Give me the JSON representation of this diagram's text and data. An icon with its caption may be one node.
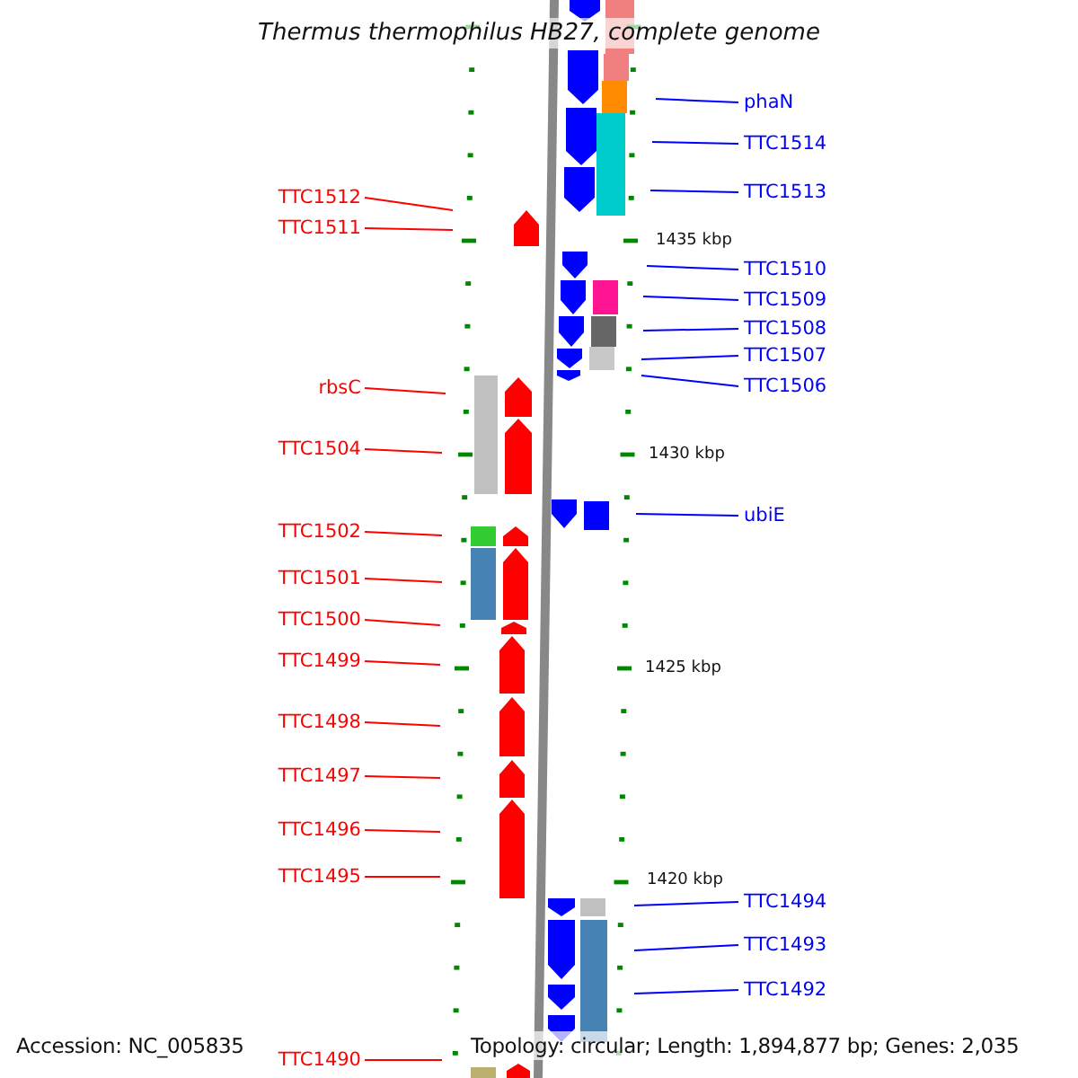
{
  "diagram": {
    "title": "Thermus thermophilus HB27, complete genome",
    "nodes": [
      {
        "text": [
          "phaN"
        ]
      },
      {
        "text": [
          "TTC1514"
        ]
      },
      {
        "text": [
          "TTC1513"
        ]
      },
      {
        "text": [
          "TTC1512"
        ]
      },
      {
        "text": [
          "TTC1511"
        ]
      },
      {
        "text": [
          "TTC1510"
        ]
      },
      {
        "text": [
          "TTC1509"
        ]
      },
      {
        "text": [
          "TTC1508"
        ]
      },
      {
        "text": [
          "TTC1507"
        ]
      },
      {
        "text": [
          "TTC1506"
        ]
      },
      {
        "text": [
          "rbsC"
        ]
      },
      {
        "text": [
          "TTC1504"
        ]
      },
      {
        "text": [
          "ubiE"
        ]
      },
      {
        "text": [
          "TTC1502"
        ]
      },
      {
        "text": [
          "TTC1501"
        ]
      },
      {
        "text": [
          "TTC1500"
        ]
      },
      {
        "text": [
          "TTC1499"
        ]
      },
      {
        "text": [
          "TTC1498"
        ]
      },
      {
        "text": [
          "TTC1497"
        ]
      },
      {
        "text": [
          "TTC1496"
        ]
      },
      {
        "text": [
          "TTC1495"
        ]
      },
      {
        "text": [
          "TTC1494"
        ]
      },
      {
        "text": [
          "TTC1493"
        ]
      },
      {
        "text": [
          "TTC1492"
        ]
      },
      {
        "text": [
          "TTC1490"
        ]
      }
    ],
    "edges": [
      {
        "from": 0,
        "to": null,
        "arrow": "none",
        "color": "#0000ff"
      },
      {
        "from": 1,
        "to": null,
        "arrow": "none",
        "color": "#0000ff"
      },
      {
        "from": 2,
        "to": null,
        "arrow": "none",
        "color": "#0000ff"
      },
      {
        "from": 3,
        "to": null,
        "arrow": "none"
      },
      {
        "from": 4,
        "to": null,
        "arrow": "none"
      },
      {
        "from": 5,
        "to": null,
        "arrow": "none",
        "color": "#0000ff"
      },
      {
        "from": 6,
        "to": null,
        "arrow": "none",
        "color": "#0000ff"
      },
      {
        "from": 7,
        "to": null,
        "arrow": "none",
        "color": "#0000ff"
      },
      {
        "from": 8,
        "to": null,
        "arrow": "none",
        "color": "#0000ff"
      },
      {
        "from": 9,
        "to": null,
        "arrow": "none",
        "color": "#0000ff"
      },
      {
        "from": 10,
        "to": null,
        "arrow": "none"
      },
      {
        "from": 11,
        "to": null,
        "arrow": "none"
      },
      {
        "from": 12,
        "to": null,
        "arrow": "none",
        "color": "#0000ff"
      },
      {
        "from": 13,
        "to": null,
        "arrow": "none"
      },
      {
        "from": 14,
        "to": null,
        "arrow": "none"
      },
      {
        "from": 15,
        "to": null,
        "arrow": "none"
      },
      {
        "from": 16,
        "to": null,
        "arrow": "none"
      },
      {
        "from": 17,
        "to": null,
        "arrow": "none"
      },
      {
        "from": 18,
        "to": null,
        "arrow": "none"
      },
      {
        "from": 19,
        "to": null,
        "arrow": "none"
      },
      {
        "from": 20,
        "to": null,
        "arrow": "none"
      },
      {
        "from": 21,
        "to": null,
        "arrow": "none",
        "color": "#0000ff"
      },
      {
        "from": 22,
        "to": null,
        "arrow": "none",
        "color": "#0000ff"
      },
      {
        "from": 23,
        "to": null,
        "arrow": "none",
        "color": "#0000ff"
      },
      {
        "from": 24,
        "to": null,
        "arrow": "none"
      }
    ],
    "labels": [
      "1435 kbp",
      "1430 kbp",
      "1425 kbp",
      "1420 kbp",
      "Accession: NC_005835",
      "Topology: circular; Length: 1,894,877 bp; Genes: 2,035"
    ]
  }
}
